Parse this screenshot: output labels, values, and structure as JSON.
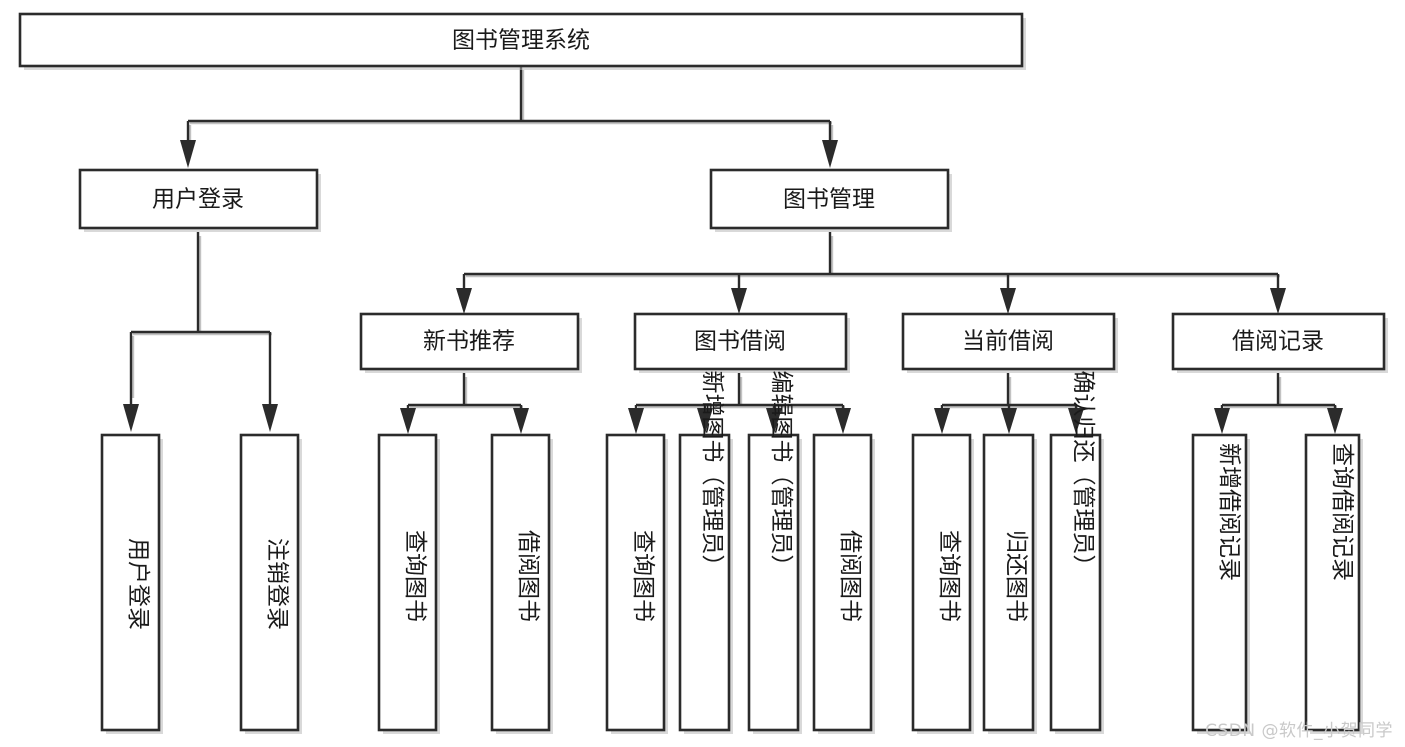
{
  "diagram": {
    "type": "tree-hierarchy",
    "title": "图书管理系统",
    "watermark": "CSDN @软件_小贺同学",
    "colors": {
      "background": "#ffffff",
      "box_fill": "#ffffff",
      "box_stroke": "#2b2b2b",
      "connector": "#2b2b2b",
      "text": "#1a1a1a",
      "watermark": "#c9c9c9"
    },
    "levels": [
      {
        "level": 1,
        "nodes": [
          {
            "id": "root",
            "label": "图书管理系统",
            "orientation": "horizontal"
          }
        ]
      },
      {
        "level": 2,
        "nodes": [
          {
            "id": "user-login",
            "label": "用户登录",
            "orientation": "horizontal",
            "parent": "root"
          },
          {
            "id": "book-manage",
            "label": "图书管理",
            "orientation": "horizontal",
            "parent": "root"
          }
        ]
      },
      {
        "level": 3,
        "nodes": [
          {
            "id": "new-book-rec",
            "label": "新书推荐",
            "orientation": "horizontal",
            "parent": "book-manage"
          },
          {
            "id": "book-borrow",
            "label": "图书借阅",
            "orientation": "horizontal",
            "parent": "book-manage"
          },
          {
            "id": "current-borrow",
            "label": "当前借阅",
            "orientation": "horizontal",
            "parent": "book-manage"
          },
          {
            "id": "borrow-record",
            "label": "借阅记录",
            "orientation": "horizontal",
            "parent": "book-manage"
          }
        ]
      },
      {
        "level": 4,
        "nodes": [
          {
            "id": "leaf-user-login",
            "label": "用户登录",
            "orientation": "vertical",
            "parent": "user-login"
          },
          {
            "id": "leaf-logout",
            "label": "注销登录",
            "orientation": "vertical",
            "parent": "user-login"
          },
          {
            "id": "leaf-query-book-1",
            "label": "查询图书",
            "orientation": "vertical",
            "parent": "new-book-rec"
          },
          {
            "id": "leaf-borrow-book-1",
            "label": "借阅图书",
            "orientation": "vertical",
            "parent": "new-book-rec"
          },
          {
            "id": "leaf-query-book-2",
            "label": "查询图书",
            "orientation": "vertical",
            "parent": "book-borrow"
          },
          {
            "id": "leaf-add-book",
            "label": "新增图书（管理员）",
            "orientation": "vertical",
            "parent": "book-borrow"
          },
          {
            "id": "leaf-edit-book",
            "label": "编辑图书（管理员）",
            "orientation": "vertical",
            "parent": "book-borrow"
          },
          {
            "id": "leaf-borrow-book-2",
            "label": "借阅图书",
            "orientation": "vertical",
            "parent": "book-borrow"
          },
          {
            "id": "leaf-query-book-3",
            "label": "查询图书",
            "orientation": "vertical",
            "parent": "current-borrow"
          },
          {
            "id": "leaf-return-book",
            "label": "归还图书",
            "orientation": "vertical",
            "parent": "current-borrow"
          },
          {
            "id": "leaf-confirm-return",
            "label": "确认归还（管理员）",
            "orientation": "vertical",
            "parent": "current-borrow"
          },
          {
            "id": "leaf-add-record",
            "label": "新增借阅记录",
            "orientation": "vertical",
            "parent": "borrow-record"
          },
          {
            "id": "leaf-query-record",
            "label": "查询借阅记录",
            "orientation": "vertical",
            "parent": "borrow-record"
          }
        ]
      }
    ]
  }
}
